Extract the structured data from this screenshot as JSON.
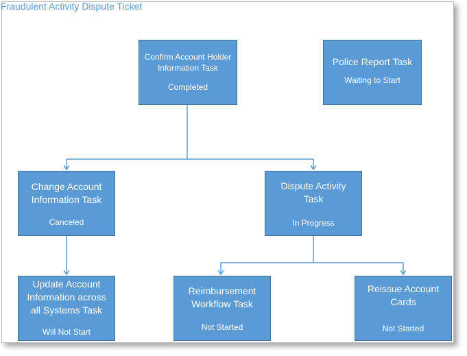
{
  "title": "Fraudulent Activity Dispute Ticket",
  "colors": {
    "box_fill": "#5b9bd5",
    "box_border": "#41719c",
    "text": "#ffffff",
    "connector": "#5b9bd5",
    "title": "#5b9bd5"
  },
  "tasks": {
    "confirm": {
      "lines": [
        "Confirm Account Holder",
        "Information Task"
      ],
      "status": "Completed"
    },
    "police": {
      "lines": [
        "Police Report Task"
      ],
      "status": "Waiting to Start"
    },
    "change": {
      "lines": [
        "Change Account",
        "Information Task"
      ],
      "status": "Canceled"
    },
    "dispute": {
      "lines": [
        "Dispute Activity",
        "Task"
      ],
      "status": "In Progress"
    },
    "update": {
      "lines": [
        "Update Account",
        "Information across",
        "all Systems Task"
      ],
      "status": "Will Not Start"
    },
    "reimburse": {
      "lines": [
        "Reimbursement",
        "Workflow Task"
      ],
      "status": "Not Started"
    },
    "reissue": {
      "lines": [
        "Reissue Account",
        "Cards"
      ],
      "status": "Not Started"
    }
  }
}
